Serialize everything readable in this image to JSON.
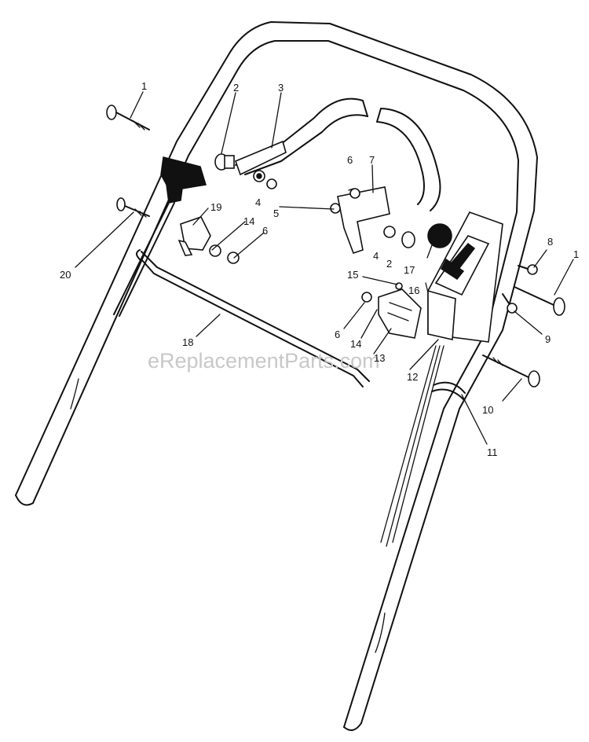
{
  "watermark": "eReplacementParts.com",
  "callouts": [
    {
      "id": "c1a",
      "text": "1"
    },
    {
      "id": "c2a",
      "text": "2"
    },
    {
      "id": "c3",
      "text": "3"
    },
    {
      "id": "c4a",
      "text": "4"
    },
    {
      "id": "c5",
      "text": "5"
    },
    {
      "id": "c6a",
      "text": "6"
    },
    {
      "id": "c7",
      "text": "7"
    },
    {
      "id": "c19",
      "text": "19"
    },
    {
      "id": "c14a",
      "text": "14"
    },
    {
      "id": "c6b",
      "text": "6"
    },
    {
      "id": "c20",
      "text": "20"
    },
    {
      "id": "c8",
      "text": "8"
    },
    {
      "id": "c1b",
      "text": "1"
    },
    {
      "id": "c4b",
      "text": "4"
    },
    {
      "id": "c2b",
      "text": "2"
    },
    {
      "id": "c17",
      "text": "17"
    },
    {
      "id": "c15",
      "text": "15"
    },
    {
      "id": "c16",
      "text": "16"
    },
    {
      "id": "c9",
      "text": "9"
    },
    {
      "id": "c6c",
      "text": "6"
    },
    {
      "id": "c14b",
      "text": "14"
    },
    {
      "id": "c13",
      "text": "13"
    },
    {
      "id": "c18",
      "text": "18"
    },
    {
      "id": "c12",
      "text": "12"
    },
    {
      "id": "c10",
      "text": "10"
    },
    {
      "id": "c11",
      "text": "11"
    }
  ]
}
